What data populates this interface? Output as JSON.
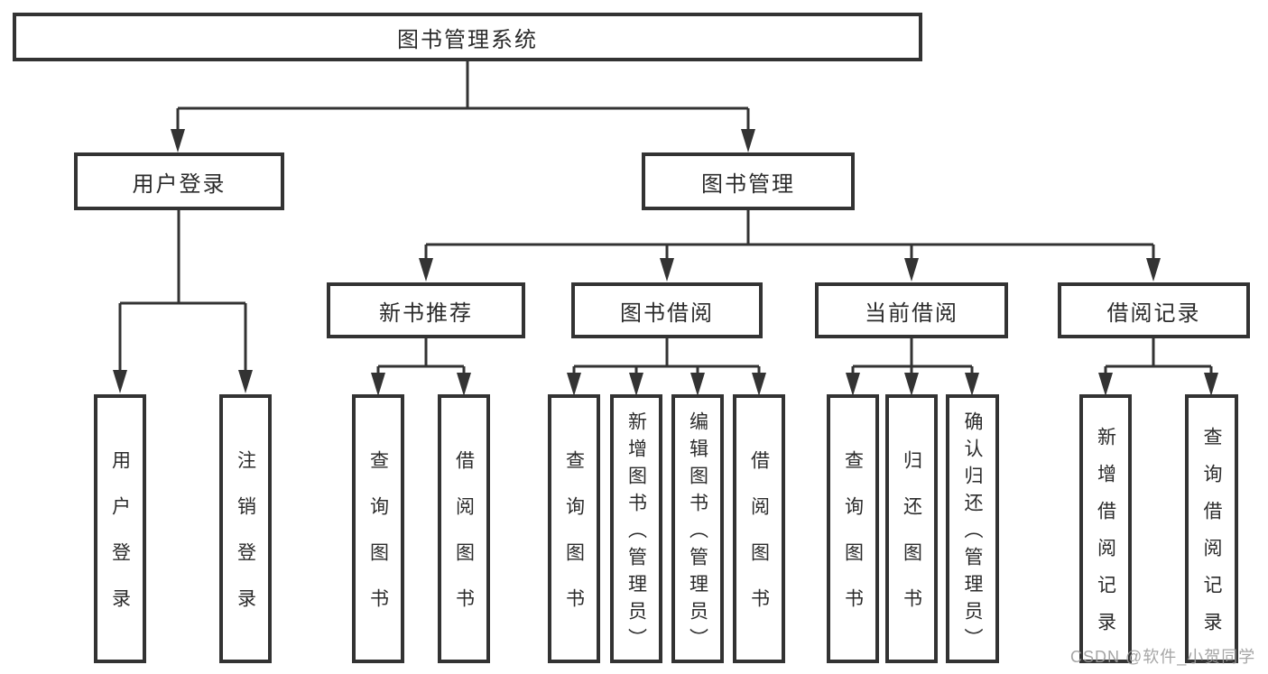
{
  "diagram": {
    "root": {
      "label": "图书管理系统"
    },
    "level2": [
      {
        "label": "用户登录",
        "children": [
          {
            "label": "用户登录"
          },
          {
            "label": "注销登录"
          }
        ]
      },
      {
        "label": "图书管理",
        "children": [
          {
            "label": "新书推荐",
            "children": [
              {
                "label": "查询图书"
              },
              {
                "label": "借阅图书"
              }
            ]
          },
          {
            "label": "图书借阅",
            "children": [
              {
                "label": "查询图书"
              },
              {
                "label": "新增图书（管理员）"
              },
              {
                "label": "编辑图书（管理员）"
              },
              {
                "label": "借阅图书"
              }
            ]
          },
          {
            "label": "当前借阅",
            "children": [
              {
                "label": "查询图书"
              },
              {
                "label": "归还图书"
              },
              {
                "label": "确认归还（管理员）"
              }
            ]
          },
          {
            "label": "借阅记录",
            "children": [
              {
                "label": "新增借阅记录"
              },
              {
                "label": "查询借阅记录"
              }
            ]
          }
        ]
      }
    ]
  },
  "watermark": {
    "text": "CSDN @软件_小贺同学"
  },
  "colors": {
    "line": "#333333",
    "text": "#2b2b2b",
    "background": "#ffffff",
    "watermark": "#9c9c9c"
  }
}
